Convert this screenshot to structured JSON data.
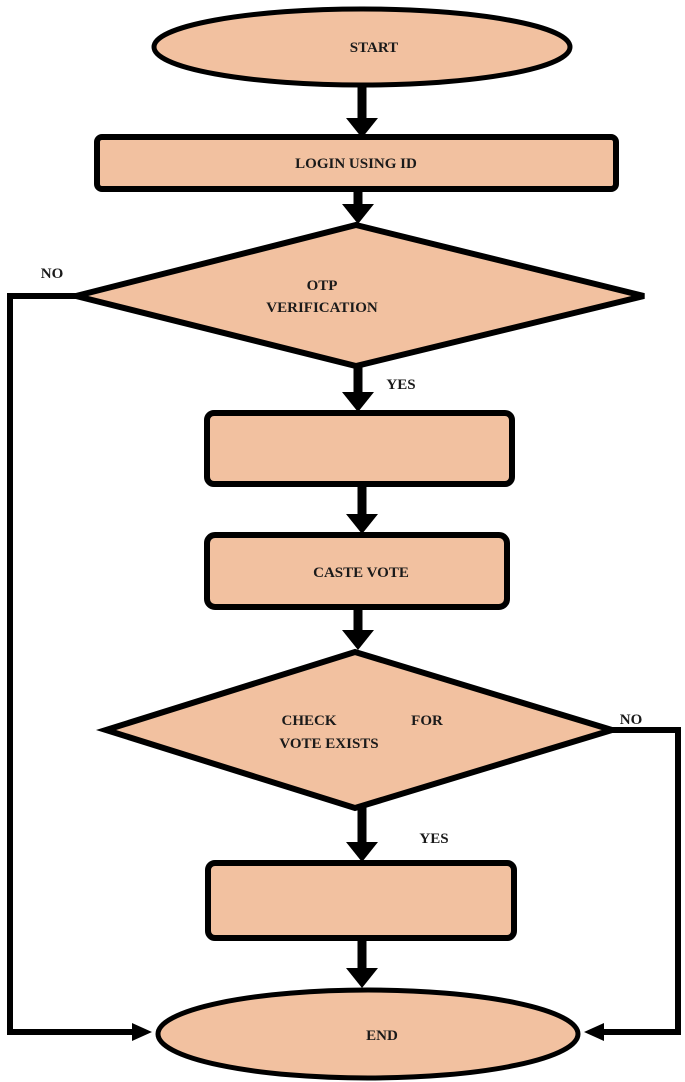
{
  "colors": {
    "node_fill": "#f2c1a0",
    "stroke": "#000000",
    "text": "#1a1a1a",
    "background": "#ffffff"
  },
  "nodes": {
    "start": {
      "label": "START"
    },
    "login": {
      "label": "LOGIN USING ID"
    },
    "otp": {
      "line1": "OTP",
      "line2": "VERIFICATION"
    },
    "blank1": {
      "label": ""
    },
    "caste": {
      "label": "CASTE VOTE"
    },
    "check": {
      "line1a": "CHECK",
      "line1b": "FOR",
      "line2": "VOTE EXISTS"
    },
    "blank2": {
      "label": ""
    },
    "end": {
      "label": "END"
    }
  },
  "edges": {
    "otp_no": "NO",
    "otp_yes": "YES",
    "check_no": "NO",
    "check_yes": "YES"
  }
}
